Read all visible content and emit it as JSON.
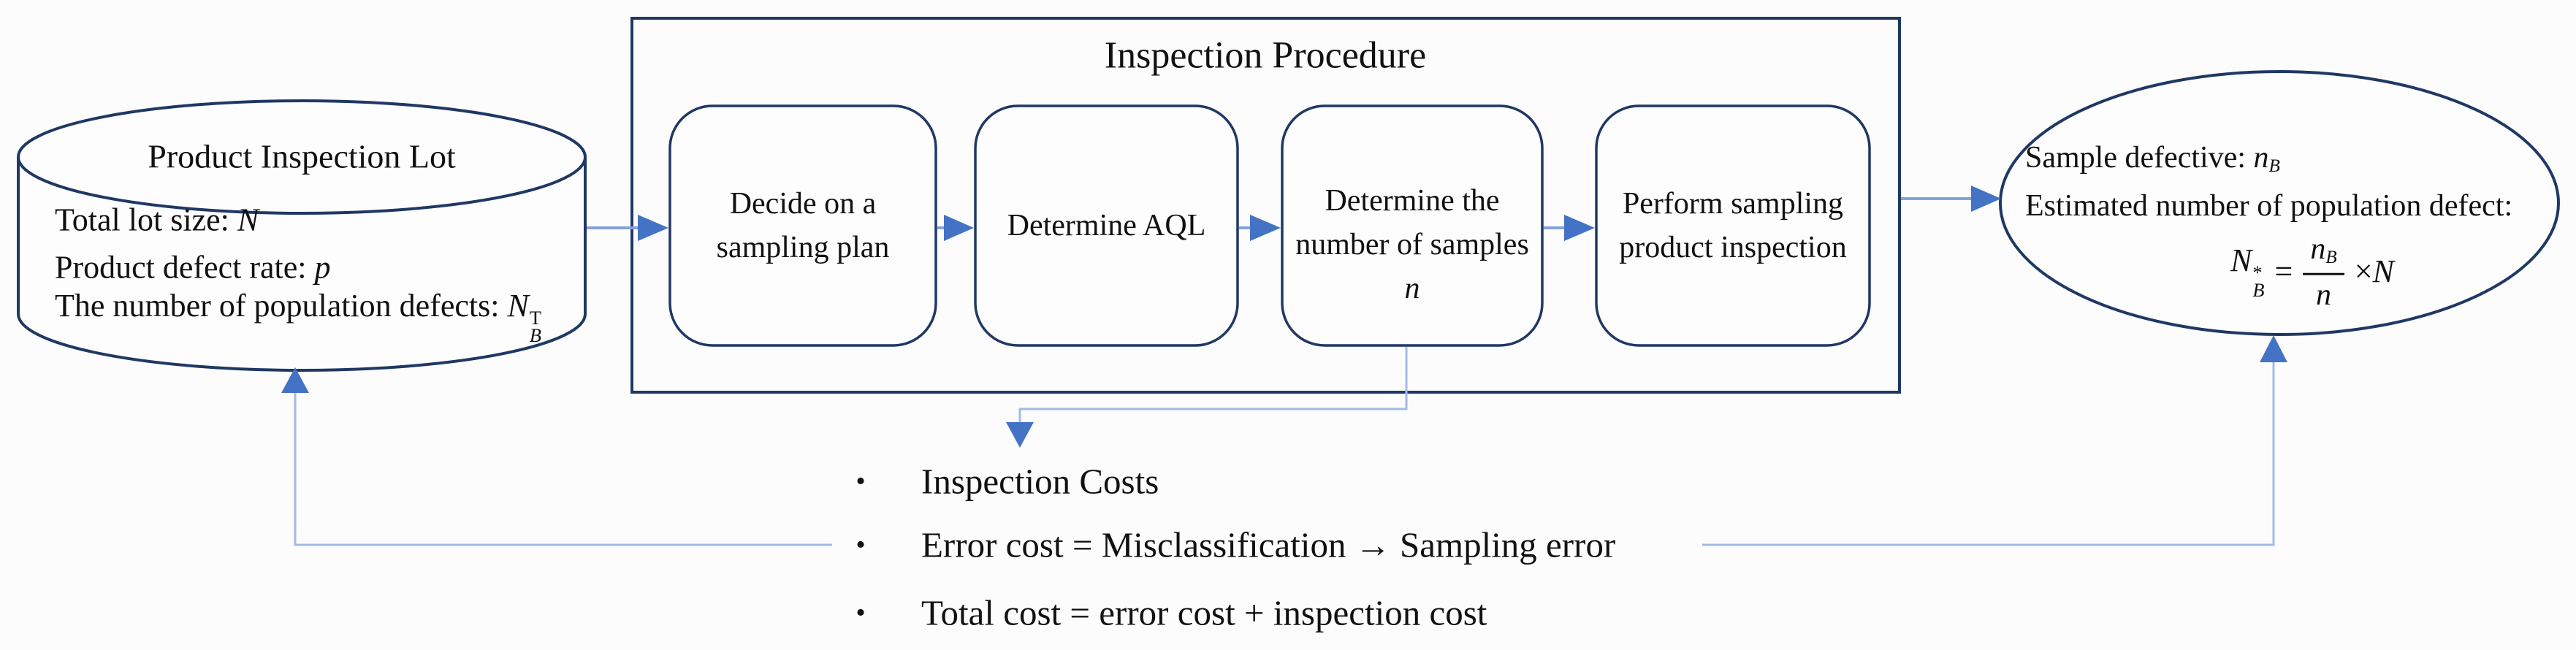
{
  "colors": {
    "outline": "#1F3864",
    "arrow_head": "#4472C4",
    "arrow_line": "#84A2DA",
    "feedback_line": "#A3BAE6",
    "text": "#111111",
    "background": "#fcfcfc"
  },
  "cylinder": {
    "title": "Product Inspection Lot",
    "lines": [
      {
        "label": "Total lot size: ",
        "symbol": "N"
      },
      {
        "label": "Product defect rate: ",
        "symbol": "p"
      },
      {
        "label": "The number of population defects: ",
        "symbol": "N",
        "sup": "T",
        "sub": "B"
      }
    ]
  },
  "procedure": {
    "title": "Inspection Procedure",
    "steps": [
      {
        "lines": [
          "Decide on a",
          "sampling plan"
        ]
      },
      {
        "lines": [
          "Determine AQL"
        ]
      },
      {
        "lines": [
          "Determine the",
          "number of samples"
        ],
        "symbol": "n"
      },
      {
        "lines": [
          "Perform sampling",
          "product inspection"
        ]
      }
    ]
  },
  "result": {
    "line1_label": "Sample defective: ",
    "line1_symbol": "n",
    "line1_sub": "B",
    "line2": "Estimated number of population defect:",
    "formula": {
      "lhs": "N",
      "lhs_sup": "*",
      "lhs_sub": "B",
      "equals": "=",
      "num": "n",
      "num_sub": "B",
      "den": "n",
      "times": "×",
      "rhs": "N"
    }
  },
  "notes": {
    "bullet": "•",
    "items": [
      "Inspection Costs",
      "Error cost = Misclassification → Sampling error",
      "Total cost = error cost + inspection cost"
    ]
  }
}
